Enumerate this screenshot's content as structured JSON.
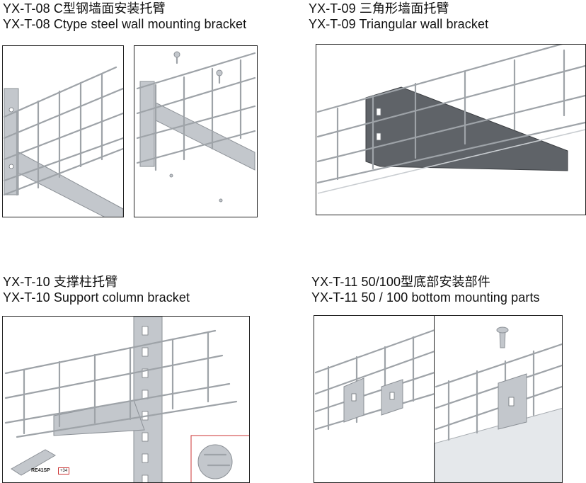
{
  "sections": [
    {
      "code_cn": "YX-T-08 C型钢墙面安装托臂",
      "code_en": "YX-T-08 Ctype steel wall mounting bracket"
    },
    {
      "code_cn": "YX-T-09 三角形墙面托臂",
      "code_en": "YX-T-09 Triangular wall bracket"
    },
    {
      "code_cn": "YX-T-10 支撑柱托臂",
      "code_en": "YX-T-10 Support column bracket"
    },
    {
      "code_cn": "YX-T-11 50/100型底部安装部件",
      "code_en": "YX-T-11 50 / 100 bottom mounting parts"
    }
  ],
  "inset": {
    "rail_label": "RE41SP",
    "badge": "+34"
  },
  "colors": {
    "wire": "#9ea3a8",
    "metal": "#c3c7cc",
    "bracket_dark": "#5f6368",
    "frame": "#222222"
  }
}
